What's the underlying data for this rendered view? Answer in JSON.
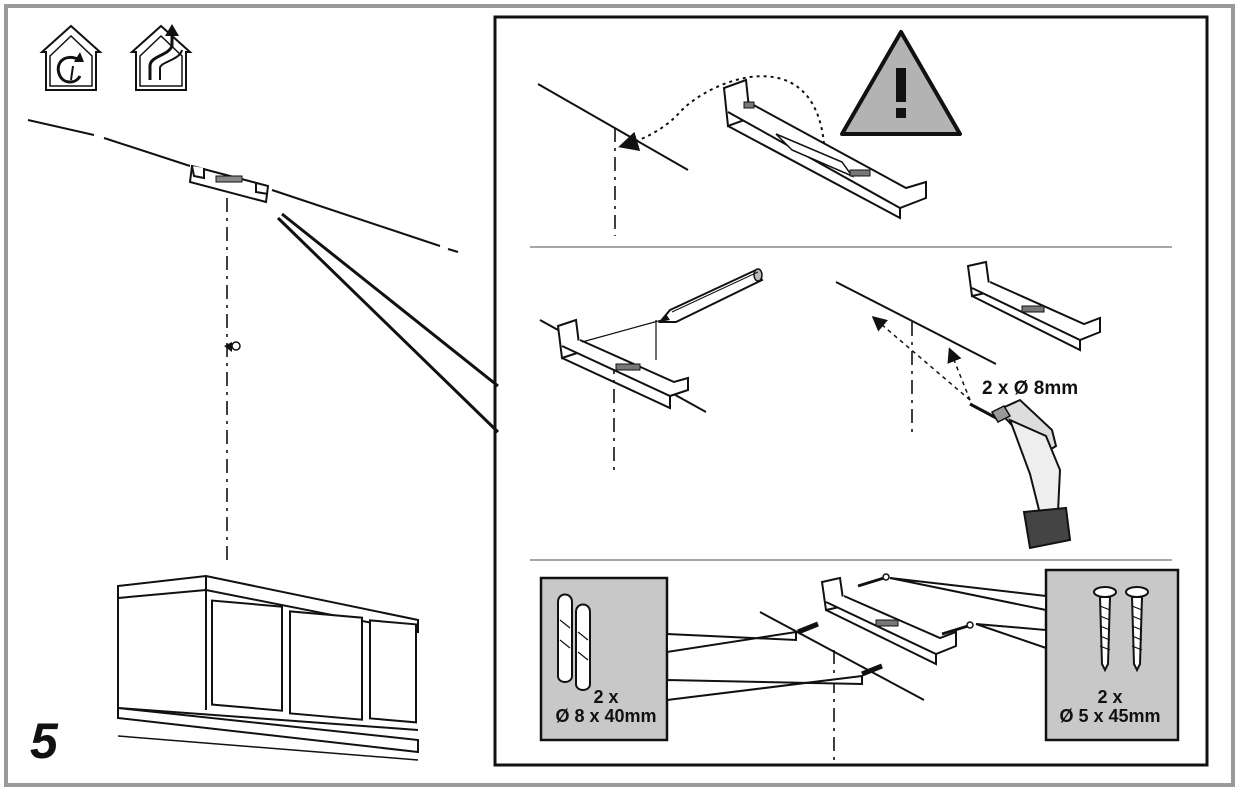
{
  "step": {
    "number": "5"
  },
  "icons": {
    "recirculation": "recirculation-mode-icon",
    "extraction": "ducted-extraction-mode-icon",
    "warning": "warning-triangle-icon"
  },
  "panels": {
    "drill": {
      "label": "2 x Ø 8mm"
    },
    "fixings": {
      "plugs_count": "2 x",
      "plugs_size": "Ø 8 x 40mm",
      "screws_count": "2 x",
      "screws_size": "Ø 5 x 45mm"
    }
  },
  "colors": {
    "frame": "#9a9a9a",
    "line": "#111111",
    "panel_fill": "#c8c8c8",
    "warning_fill": "#b3b3b3"
  }
}
